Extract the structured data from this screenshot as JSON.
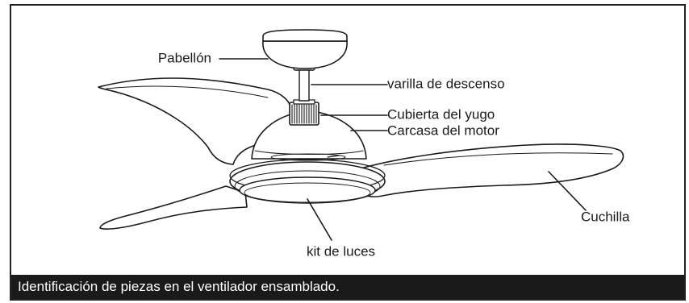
{
  "labels": {
    "canopy": "Pabellón",
    "downrod": "varilla de descenso",
    "yoke_cover": "Cubierta del yugo",
    "motor_housing": "Carcasa del motor",
    "blade": "Cuchilla",
    "light_kit": "kit de luces"
  },
  "caption": "Identificación de piezas en el ventilador ensamblado.",
  "colors": {
    "line": "#1a1a1a",
    "caption_background": "#1a1a1a",
    "caption_text": "#ffffff",
    "frame_border": "#222222"
  }
}
